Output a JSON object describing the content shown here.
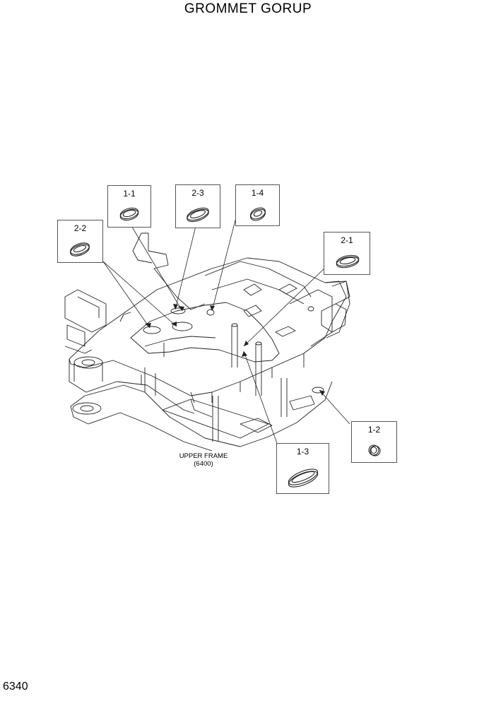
{
  "title": "GROMMET GORUP",
  "page_number": "6340",
  "frame_label": {
    "name": "UPPER FRAME",
    "code": "(6400)"
  },
  "callouts": [
    {
      "id": "callout-1-1",
      "label": "1-1"
    },
    {
      "id": "callout-2-3",
      "label": "2-3"
    },
    {
      "id": "callout-1-4",
      "label": "1-4"
    },
    {
      "id": "callout-2-2",
      "label": "2-2"
    },
    {
      "id": "callout-2-1",
      "label": "2-1"
    },
    {
      "id": "callout-1-2",
      "label": "1-2"
    },
    {
      "id": "callout-1-3",
      "label": "1-3"
    }
  ]
}
